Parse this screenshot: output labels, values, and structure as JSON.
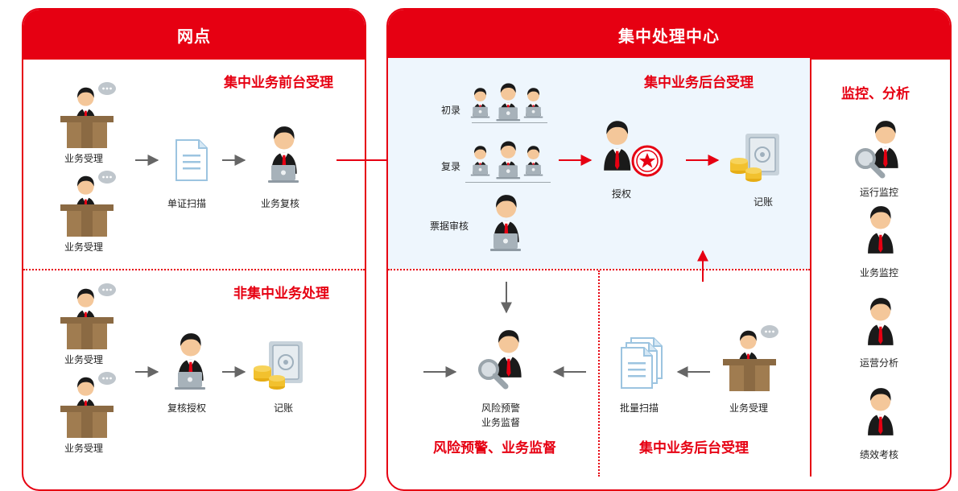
{
  "colors": {
    "brand_red": "#e60012",
    "light_blue_bg": "#eef6fd",
    "person_suit": "#1a1a1a",
    "tie": "#e60012",
    "counter": "#8b6a43",
    "gold": "#f2c12e"
  },
  "left_panel": {
    "header": "网点",
    "centralized_title": "集中业务前台受理",
    "noncentral_title": "非集中业务处理",
    "labels": {
      "clerk_top_1": "业务受理",
      "clerk_top_2": "业务受理",
      "scan": "单证扫描",
      "recheck": "业务复核",
      "clerk_bottom_1": "业务受理",
      "clerk_bottom_2": "业务受理",
      "recheck_auth": "复核授权",
      "bookkeeping": "记账"
    }
  },
  "right_panel": {
    "header": "集中处理中心",
    "backoffice_title": "集中业务后台受理",
    "monitor_title": "监控、分析",
    "risk_title": "风险预警、业务监督",
    "bottom_backoffice_title": "集中业务后台受理",
    "labels": {
      "first_entry": "初录",
      "second_entry": "复录",
      "bill_review": "票据审核",
      "authorize": "授权",
      "bookkeeping": "记账",
      "risk_line1": "风险预警",
      "risk_line2": "业务监督",
      "batch_scan": "批量扫描",
      "clerk": "业务受理",
      "ops_monitor": "运行监控",
      "biz_monitor": "业务监控",
      "ops_analysis": "运营分析",
      "perf_eval": "绩效考核"
    }
  }
}
